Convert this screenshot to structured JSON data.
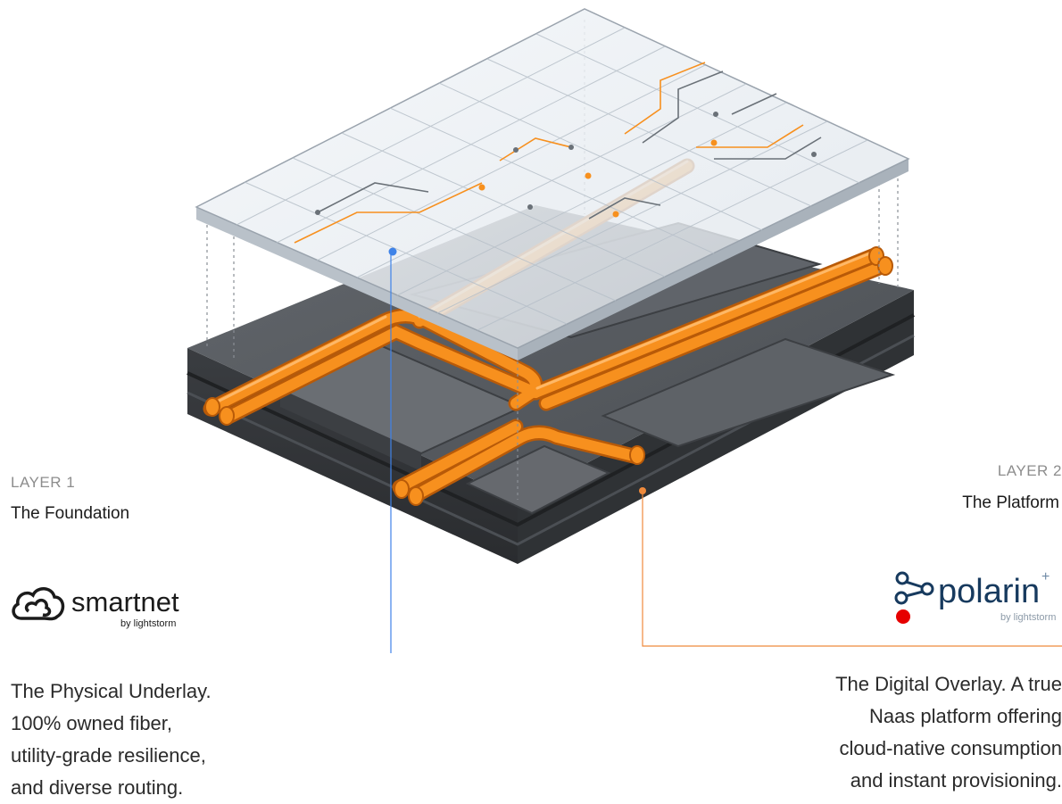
{
  "layer1": {
    "eyebrow": "LAYER 1",
    "title": "The Foundation",
    "brand": {
      "name": "smartnet",
      "byline": "by lightstorm"
    },
    "description": [
      "The Physical Underlay.",
      "100% owned fiber,",
      "utility-grade resilience,",
      "and diverse routing."
    ]
  },
  "layer2": {
    "eyebrow": "LAYER 2",
    "title": "The Platform",
    "brand": {
      "name": "polarin",
      "byline": "by lightstorm"
    },
    "description": [
      "The Digital Overlay. A true",
      "Naas platform offering",
      "cloud-native consumption",
      "and instant provisioning."
    ]
  },
  "colors": {
    "fiber": "#f7901e",
    "fiber_dark": "#d86d0a",
    "slab": "#55595e",
    "slab_dark": "#34373b",
    "glass": "#e8edf2",
    "layer1_accent": "#3f83e8",
    "layer2_accent": "#ef8a3c",
    "polarin_text": "#173a5e",
    "polarin_dot": "#e60000"
  }
}
